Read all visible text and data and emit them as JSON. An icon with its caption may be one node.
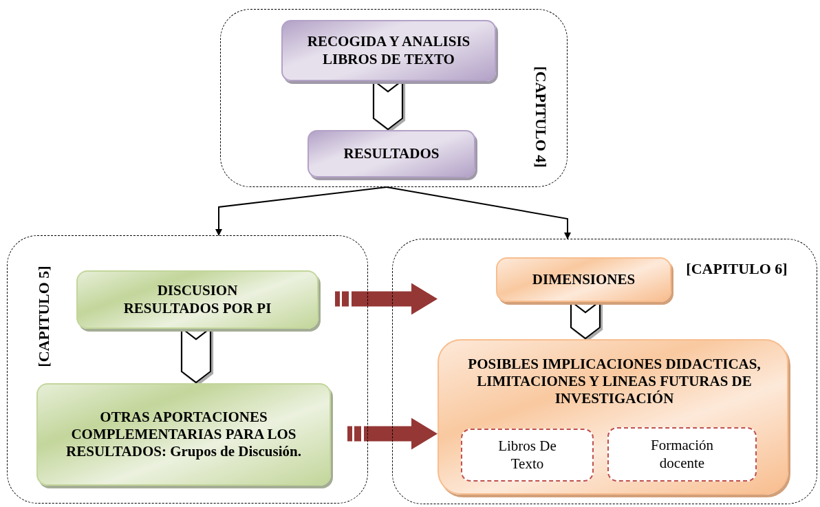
{
  "diagram": {
    "nodes": [
      {
        "text": [
          "[CAPITULO 4]"
        ]
      },
      {
        "text": [
          "RECOGIDA Y ANALISIS LIBROS DE TEXTO"
        ],
        "in": 0
      },
      {
        "text": [
          "RESULTADOS"
        ],
        "in": 0
      },
      {
        "text": [
          "[CAPITULO 5]"
        ]
      },
      {
        "text": [
          "DISCUSION RESULTADOS POR PI"
        ],
        "in": 3
      },
      {
        "text": [
          "OTRAS APORTACIONES COMPLEMENTARIAS PARA LOS RESULTADOS: Grupos de Discusión."
        ],
        "in": 3
      },
      {
        "text": [
          "[CAPITULO 6]"
        ]
      },
      {
        "text": [
          "DIMENSIONES"
        ],
        "in": 6
      },
      {
        "text": [
          "POSIBLES IMPLICACIONES DIDACTICAS, LIMITACIONES Y LINEAS FUTURAS DE INVESTIGACIÓN"
        ],
        "in": 6
      },
      {
        "text": [
          "Libros De Texto"
        ],
        "in": 8
      },
      {
        "text": [
          "Formación docente"
        ],
        "in": 8
      }
    ],
    "edges": [
      {
        "from": 1,
        "to": 2,
        "arrow": "to"
      },
      {
        "from": 0,
        "to": 3,
        "arrow": "to"
      },
      {
        "from": 0,
        "to": 6,
        "arrow": "to"
      },
      {
        "from": 4,
        "to": 5,
        "arrow": "to"
      },
      {
        "from": 7,
        "to": 8,
        "arrow": "to"
      },
      {
        "from": 4,
        "to": 6,
        "arrow": "to",
        "style": "thick",
        "color": "#953735"
      },
      {
        "from": 5,
        "to": 8,
        "arrow": "to",
        "style": "thick",
        "color": "#953735"
      }
    ]
  }
}
